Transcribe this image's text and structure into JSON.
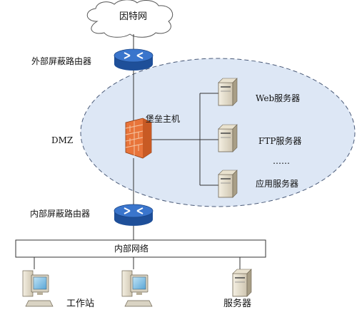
{
  "diagram": {
    "internet": "因特网",
    "outer_router": "外部屏蔽路由器",
    "dmz": "DMZ",
    "bastion_host": "堡垒主机",
    "web_server": "Web服务器",
    "ftp_server": "FTP服务器",
    "ellipsis": "……",
    "app_server": "应用服务器",
    "inner_router": "内部屏蔽路由器",
    "internal_network": "内部网络",
    "workstation": "工作站",
    "server": "服务器"
  },
  "colors": {
    "dmz_fill": "#dde7f5",
    "dmz_border": "#4a5a78",
    "router_blue": "#2c63b8",
    "firewall_orange": "#e8743a",
    "line": "#333333"
  }
}
